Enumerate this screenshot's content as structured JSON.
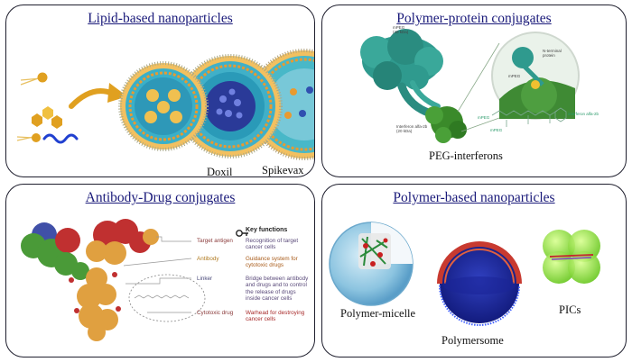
{
  "panels": {
    "lipid": {
      "title": "Lipid-based nanoparticles",
      "captions": {
        "doxil": "Doxil",
        "spikevax": "Spikevax"
      }
    },
    "ppc": {
      "title": "Polymer-protein conjugates",
      "caption": "PEG-interferons",
      "small_labels": {
        "mpeg_top": "mPEG",
        "mpeg_top_kda": "(40 kDa)",
        "interferon": "Interferon alfa-2b",
        "interferon_kda": "(20 kDa)",
        "n_terminal": "N-terminal",
        "protein": "protein",
        "mpeg_zoom": "mPEG",
        "mpeg_chem1": "mPEG",
        "mpeg_chem2": "mPEG",
        "interferon_chem": "interferon alfa-2b"
      }
    },
    "adc": {
      "title": "Antibody-Drug conjugates",
      "key_functions_title": "Key functions",
      "rows": [
        {
          "label": "Target antigen",
          "lines": [
            "Recognition of target",
            "cancer cells"
          ]
        },
        {
          "label": "Antibody",
          "lines": [
            "Guidance system for",
            "cytotoxic drugs"
          ]
        },
        {
          "label": "Linker",
          "lines": [
            "Bridge between antibody",
            "and drugs and to control",
            "the release of drugs",
            "inside cancer cells"
          ]
        },
        {
          "label": "Cytotoxic drug",
          "lines": [
            "Warhead for destroying",
            "cancer cells"
          ]
        }
      ]
    },
    "pnp": {
      "title": "Polymer-based nanoparticles",
      "captions": {
        "micelle": "Polymer-micelle",
        "polymersome": "Polymersome",
        "pics": "PICs"
      }
    }
  },
  "colors": {
    "panel_border": "#1f1f2e",
    "title_text": "#1a1a7a",
    "arrow_orange": "#e0a020",
    "lipid_orange": "#e89a30",
    "lipid_cyan": "#40b8c8",
    "lipid_core_blue": "#3050b0",
    "antibody_green": "#4a9a38",
    "antibody_red": "#c03030",
    "antibody_orange": "#e0a040",
    "antibody_blue": "#4050a8",
    "polymersome_red": "#c83a30",
    "polymersome_blue": "#2030a0",
    "pics_green": "#8ae030"
  },
  "icons": {
    "key_functions": "key-icon"
  }
}
